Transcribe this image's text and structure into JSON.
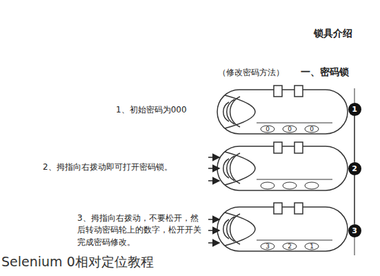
{
  "diagram": {
    "title": "锁具介绍",
    "nodes": [
      {
        "text": [
          "1"
        ]
      },
      {
        "text": [
          "2"
        ]
      },
      {
        "text": [
          "3"
        ]
      }
    ],
    "edges": [
      {
        "from": 0,
        "to": 1,
        "arrow": "none"
      },
      {
        "from": 1,
        "to": 2,
        "arrow": "none"
      }
    ],
    "labels": [
      "（修改密码方法）",
      "一、密码锁",
      "1、初始密码为000",
      "0",
      "0",
      "0",
      "2、拇指向右拨动即可打开密码锁。",
      "3、拇指向右拨动，不要松开，然后转动密码轮上的数字，松开开关完成密码修改。",
      "3",
      "2",
      "1",
      "Selenium 0相对定位教程"
    ]
  }
}
